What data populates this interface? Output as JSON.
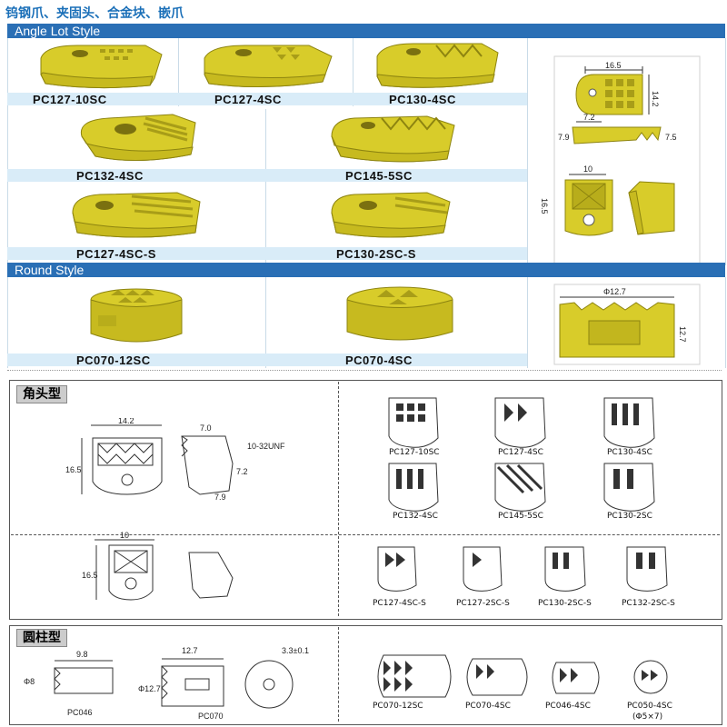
{
  "title": "钨钢爪、夹固头、合金块、嵌爪",
  "bands": {
    "angle": "Angle Lot Style",
    "round": "Round Style"
  },
  "photos": {
    "row1": [
      "PC127-10SC",
      "PC127-4SC",
      "PC130-4SC"
    ],
    "row2": [
      "PC132-4SC",
      "PC145-5SC"
    ],
    "row3": [
      "PC127-4SC-S",
      "PC130-2SC-S"
    ],
    "round": [
      "PC070-12SC",
      "PC070-4SC"
    ]
  },
  "spec_dims": {
    "top_width": "16.5",
    "top_height": "14.2",
    "top_hole": "7.2",
    "side_left": "7.9",
    "side_right": "7.5",
    "front_width": "10",
    "front_height": "16.5",
    "round_dia": "Φ12.7",
    "round_height": "12.7"
  },
  "section1": {
    "title": "角头型",
    "dims": {
      "w": "14.2",
      "h": "16.5",
      "side_top": "7.0",
      "thread": "10-32UNF",
      "side_mid": "7.2",
      "side_bottom": "7.9",
      "w2": "10",
      "h2": "16.5"
    },
    "parts_row1": [
      "PC127-10SC",
      "PC127-4SC",
      "PC130-4SC"
    ],
    "parts_row2": [
      "PC132-4SC",
      "PC145-5SC",
      "PC130-2SC"
    ],
    "parts_row3": [
      "PC127-4SC-S",
      "PC127-2SC-S",
      "PC130-2SC-S",
      "PC132-2SC-S"
    ]
  },
  "section2": {
    "title": "圆柱型",
    "dims": {
      "len": "9.8",
      "dia": "Φ8",
      "len2": "12.7",
      "dia2": "Φ12.7",
      "hole": "3.3±0.1"
    },
    "parts_left": [
      "PC046",
      "PC070"
    ],
    "parts_right": [
      "PC070-12SC",
      "PC070-4SC",
      "PC046-4SC"
    ],
    "last_part": "PC050-4SC",
    "last_part_sub": "(Φ5×7)"
  },
  "colors": {
    "band": "#2a6fb5",
    "label_strip": "#d9ecf8",
    "gold": "#d8cc2a"
  }
}
